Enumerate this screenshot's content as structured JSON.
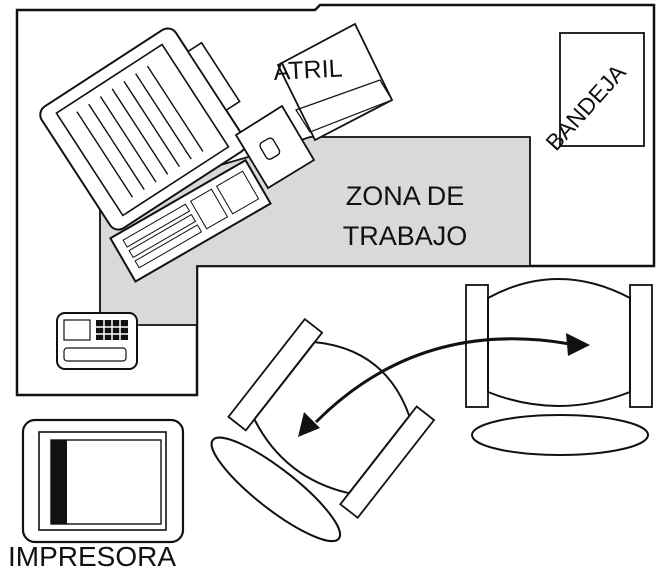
{
  "labels": {
    "atril": "ATRIL",
    "bandeja": "BANDEJA",
    "zona_line1": "ZONA DE",
    "zona_line2": "TRABAJO",
    "impresora": "IMPRESORA"
  },
  "colors": {
    "stroke": "#111111",
    "work_zone_fill": "#d9d9d9",
    "background": "#ffffff"
  },
  "icons": [
    "monitor-icon",
    "keyboard-icon",
    "mouse-icon",
    "telephone-icon",
    "printer-icon",
    "chair-icon",
    "double-arrow-icon"
  ]
}
